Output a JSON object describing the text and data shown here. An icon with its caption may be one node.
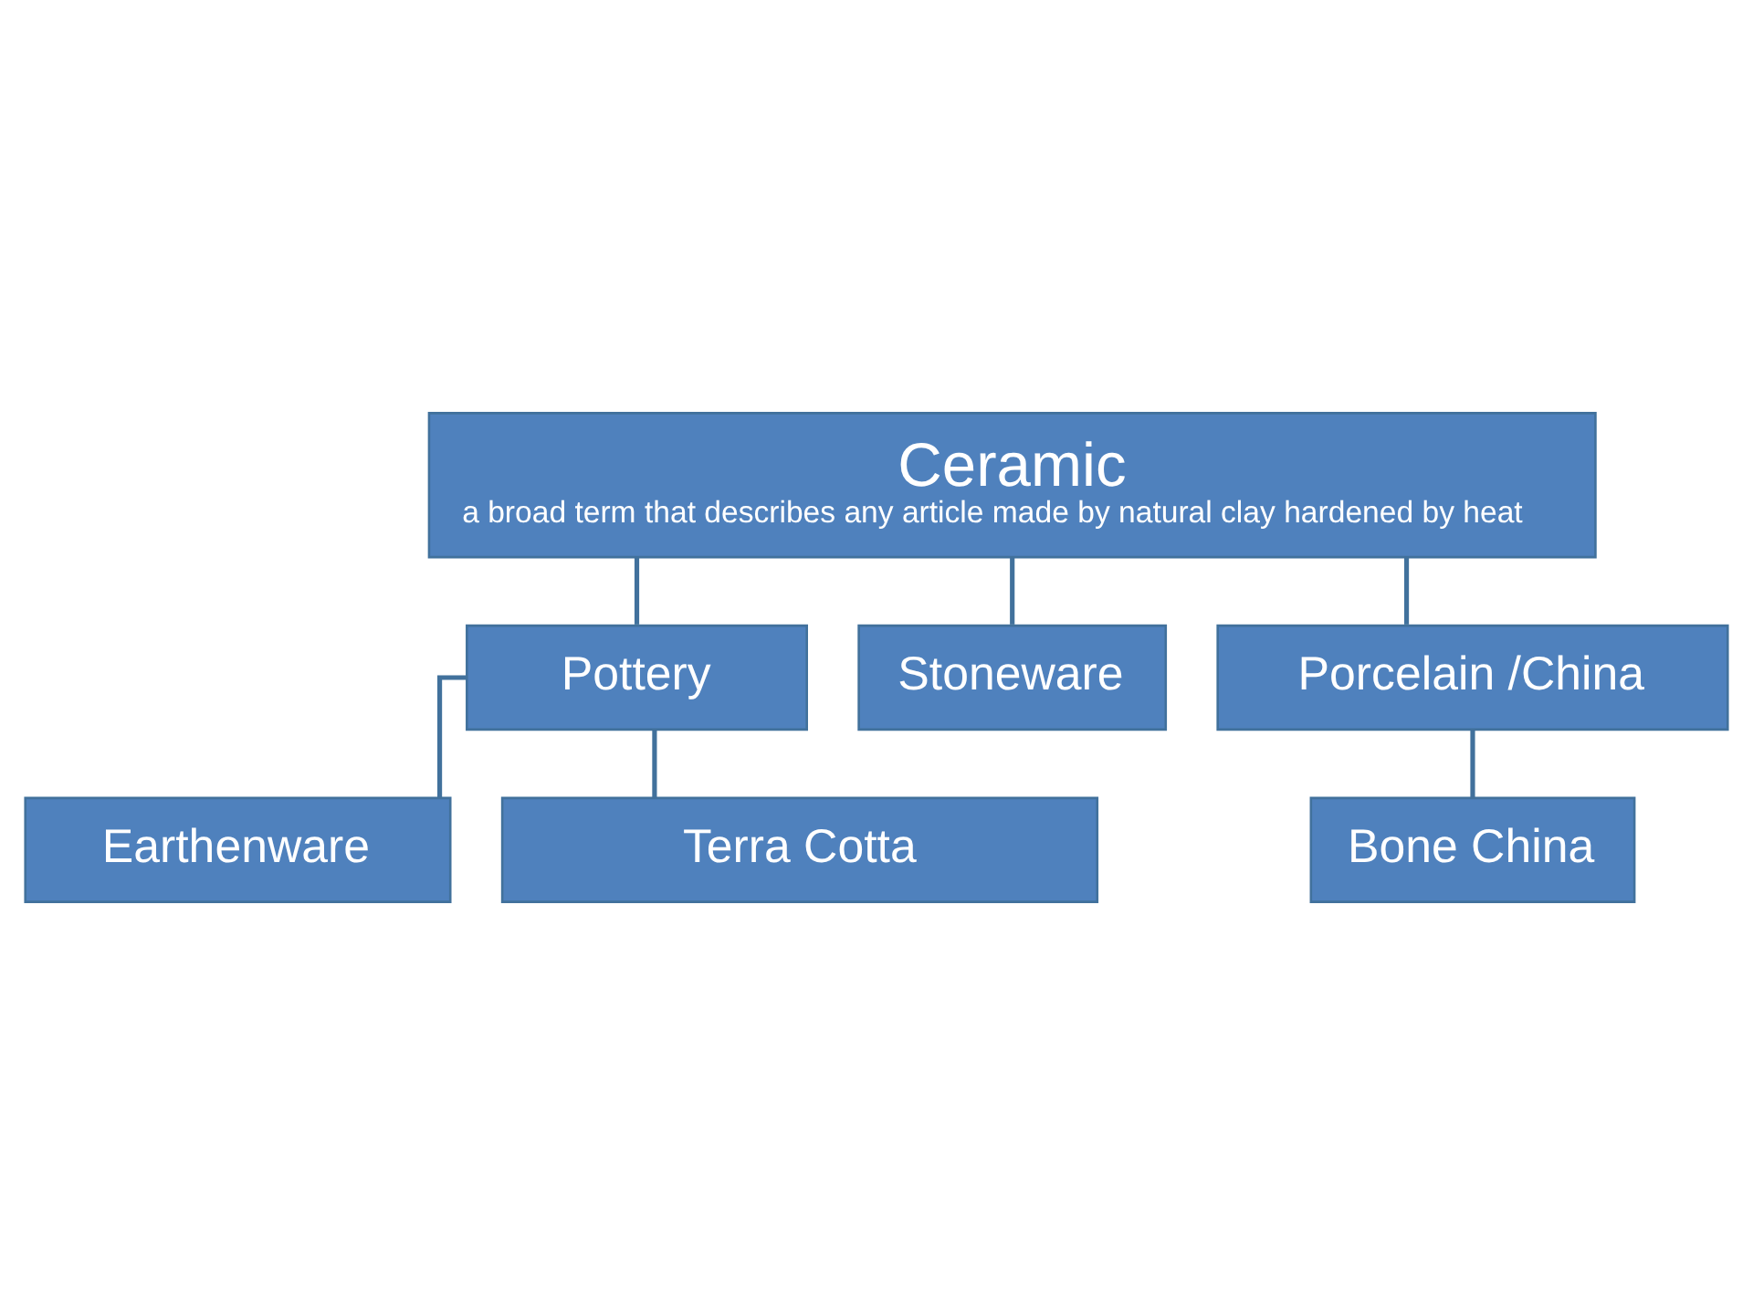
{
  "diagram": {
    "nodes": [
      {
        "text": [
          "Ceramic",
          "a broad term that describes any article made by natural clay hardened by heat"
        ]
      },
      {
        "text": [
          "Pottery"
        ]
      },
      {
        "text": [
          "Stoneware"
        ]
      },
      {
        "text": [
          "Porcelain /China"
        ]
      },
      {
        "text": [
          "Earthenware"
        ]
      },
      {
        "text": [
          "Terra Cotta"
        ]
      },
      {
        "text": [
          "Bone China"
        ]
      }
    ],
    "edges": [
      {
        "from": 0,
        "to": 1,
        "arrow": "none"
      },
      {
        "from": 0,
        "to": 2,
        "arrow": "none"
      },
      {
        "from": 0,
        "to": 3,
        "arrow": "none"
      },
      {
        "from": 1,
        "to": 4,
        "arrow": "none"
      },
      {
        "from": 1,
        "to": 5,
        "arrow": "none"
      },
      {
        "from": 3,
        "to": 6,
        "arrow": "none"
      }
    ]
  }
}
